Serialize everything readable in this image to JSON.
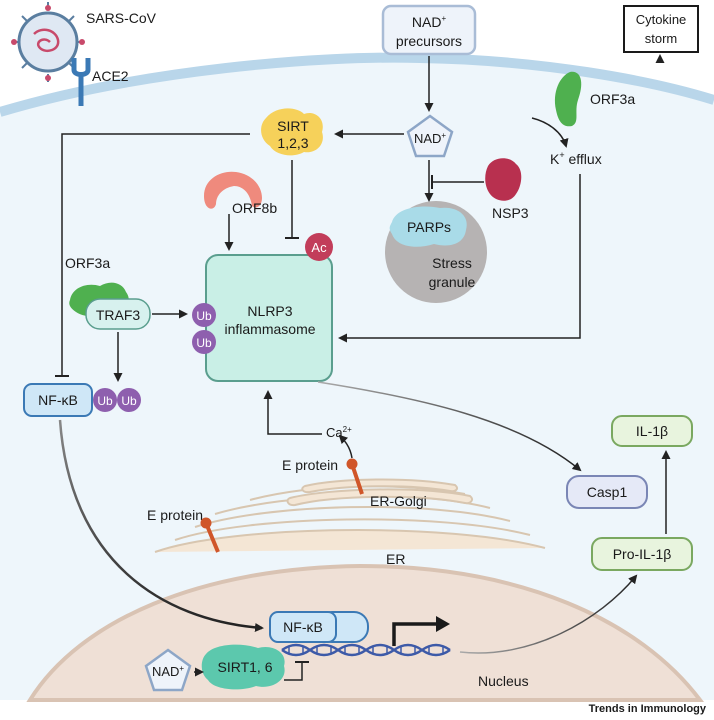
{
  "labels": {
    "sars_cov": "SARS-CoV",
    "ace2": "ACE2",
    "nad_precursors_1": "NAD",
    "nad_precursors_sup": "+",
    "nad_precursors_2": "precursors",
    "cytokine_storm_1": "Cytokine",
    "cytokine_storm_2": "storm",
    "orf3a_top": "ORF3a",
    "sirt_1": "SIRT",
    "sirt_2": "1,2,3",
    "nad": "NAD",
    "nad_sup": "+",
    "k_efflux_k": "K",
    "k_efflux_sup": "+",
    "k_efflux_rest": " efflux",
    "nsp3": "NSP3",
    "orf8b": "ORF8b",
    "parps": "PARPs",
    "stress_granule_1": "Stress",
    "stress_granule_2": "granule",
    "ac": "Ac",
    "orf3a_left": "ORF3a",
    "traf3": "TRAF3",
    "ub": "Ub",
    "nlrp3_1": "NLRP3",
    "nlrp3_2": "inflammasome",
    "nfkb": "NF-κB",
    "calcium": "Ca",
    "calcium_sup": "2+",
    "il1b": "IL-1β",
    "e_protein_golgi": "E protein",
    "er_golgi": "ER-Golgi",
    "casp1": "Casp1",
    "e_protein_er": "E protein",
    "er": "ER",
    "pro_il1b": "Pro-IL-1β",
    "nad_nucleus": "NAD",
    "nad_nucleus_sup": "+",
    "sirt16": "SIRT1, 6",
    "nucleus": "Nucleus",
    "journal": "Trends in Immunology"
  },
  "colors": {
    "cytoplasm": "#eef6fb",
    "membrane": "#b9d6ea",
    "nlrp3_fill": "#c9efe6",
    "nlrp3_stroke": "#5a9e8e",
    "ub": "#8e5fae",
    "ac": "#c23d5a",
    "sirt": "#f6d15a",
    "orf3a": "#4fb04f",
    "nsp3": "#b8304f",
    "orf8b": "#ef8a7d",
    "parps": "#a9dbe8",
    "stress_granule": "#b6b3b3",
    "nfkb": "#cfe7f7",
    "nucleus": "#efe0d6",
    "e_protein": "#d0562a",
    "er": "#f4e6d5",
    "il1b_fill": "#e8f4de",
    "il1b_stroke": "#7aa860",
    "casp1_fill": "#e5e9f7"
  }
}
